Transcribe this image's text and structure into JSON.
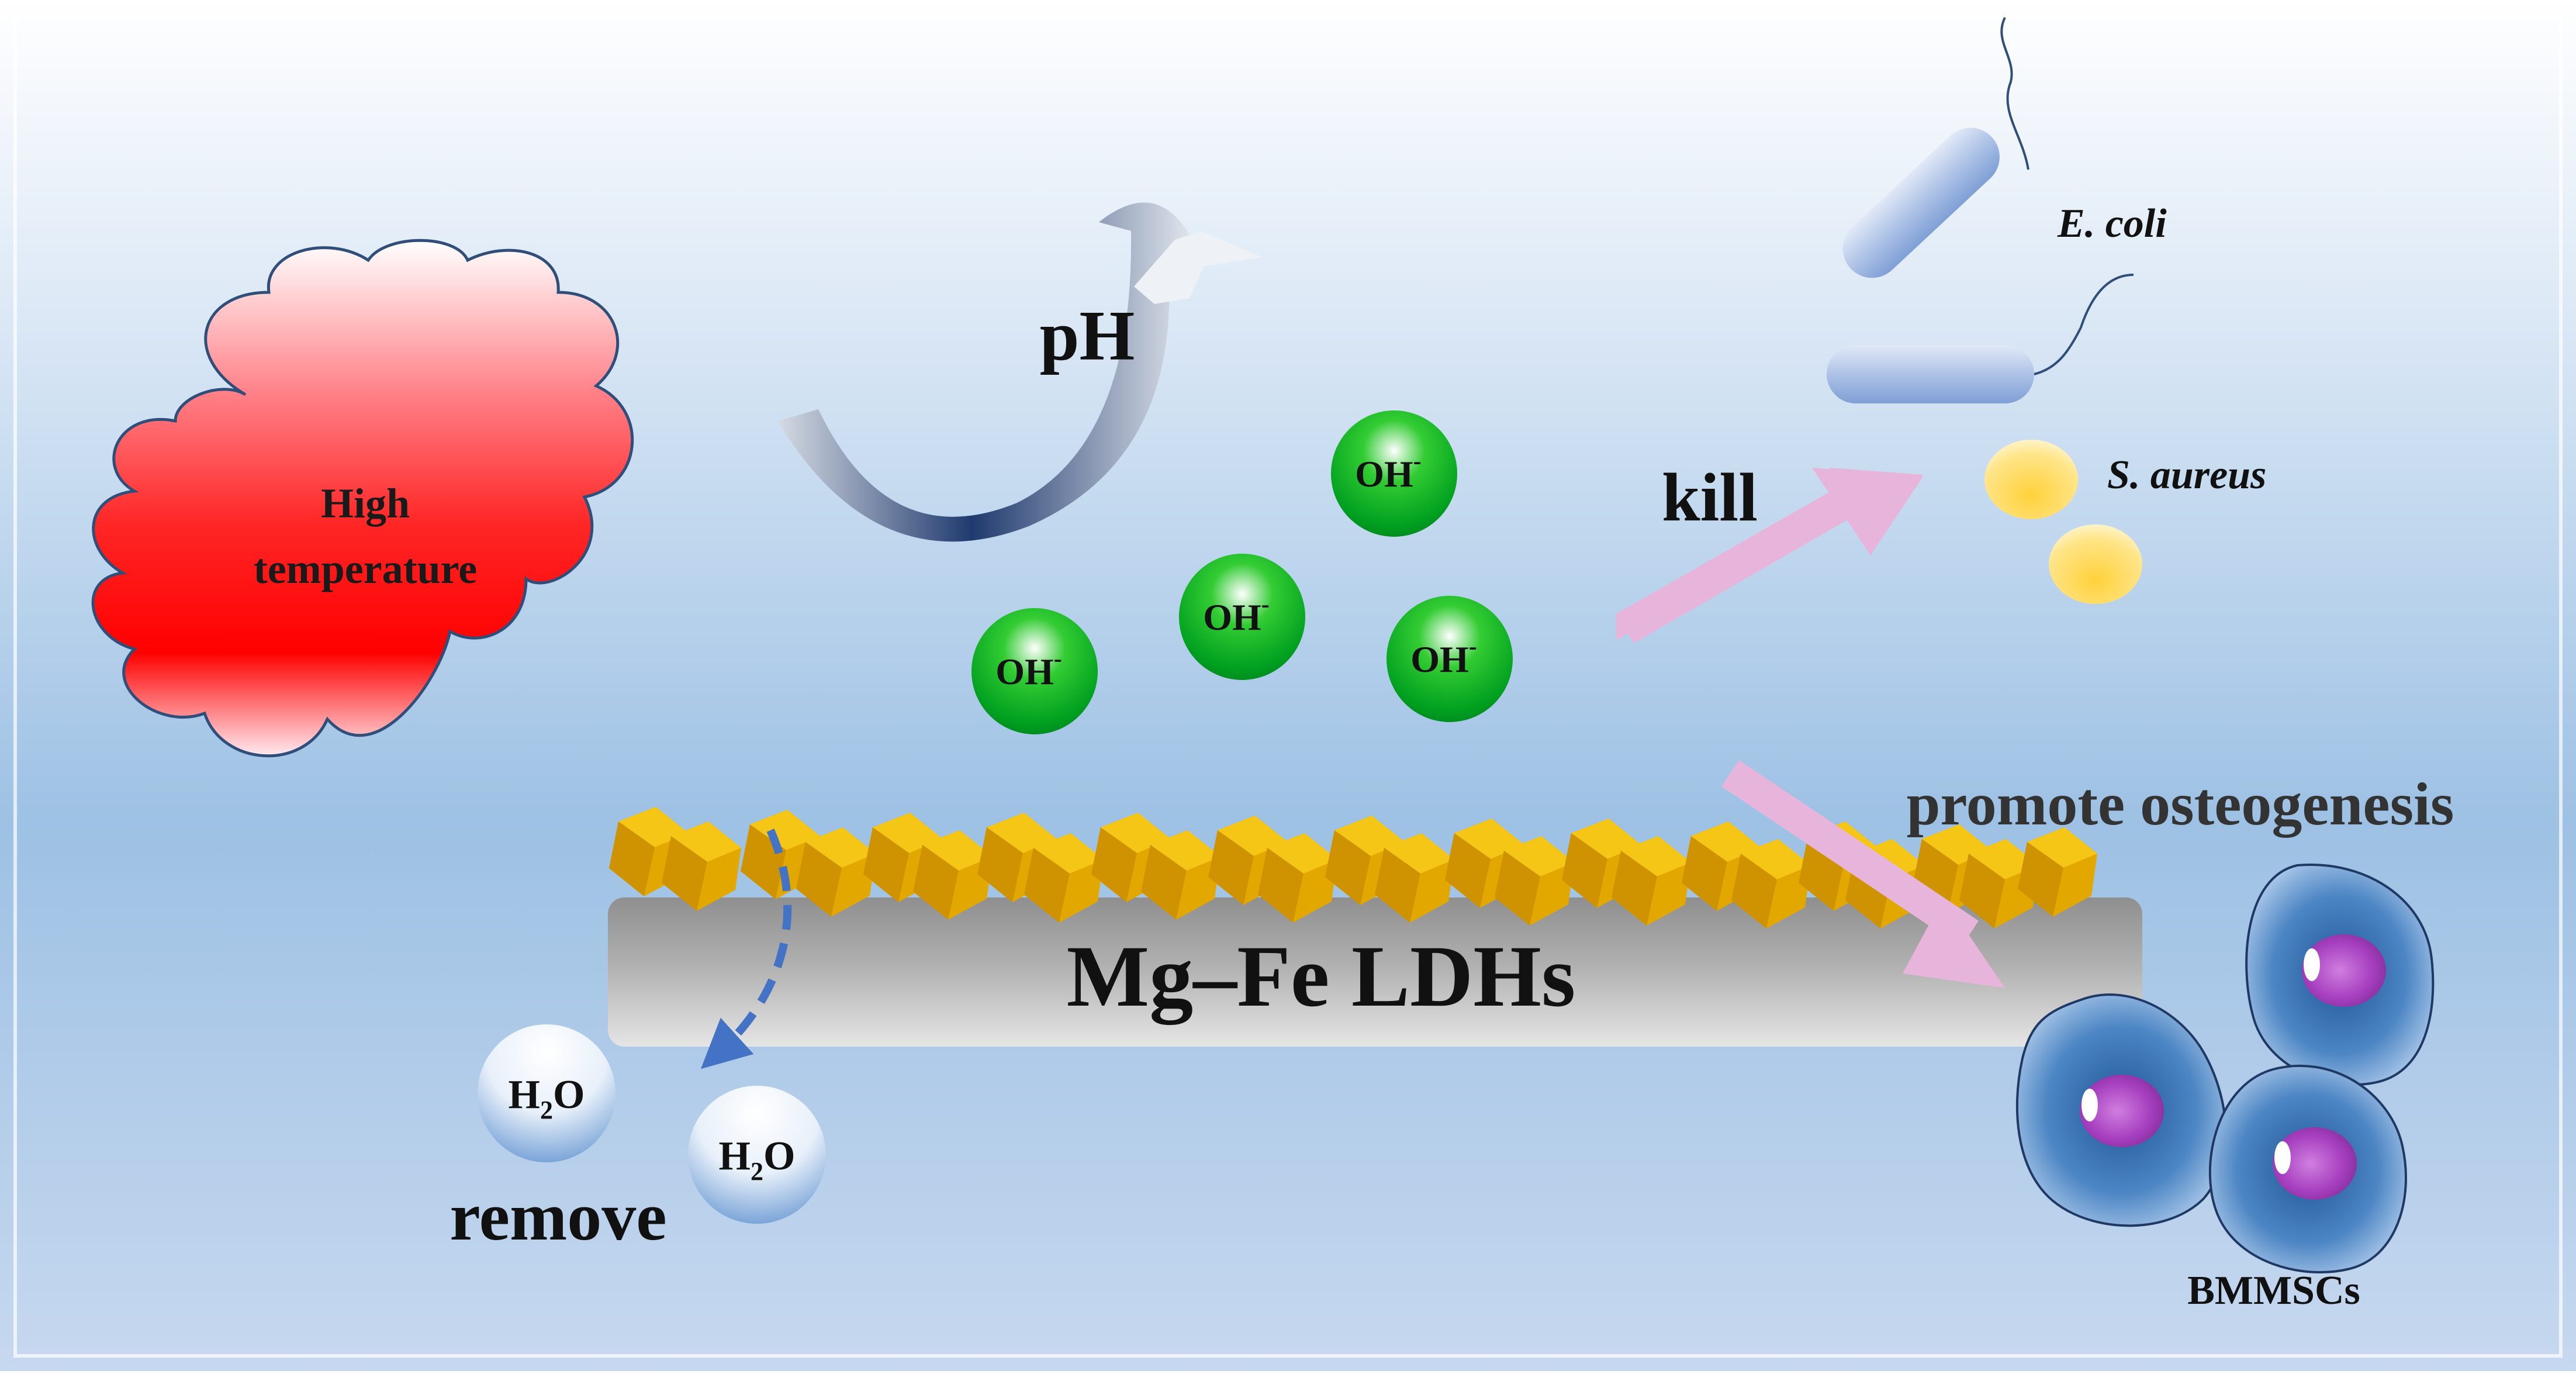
{
  "labels": {
    "high_temp_line1": "High",
    "high_temp_line2": "temperature",
    "ph": "pH",
    "oh_ion": "OH",
    "oh_charge": "-",
    "kill": "kill",
    "e_coli": "E. coli",
    "s_aureus": "S. aureus",
    "promote": "promote osteogenesis",
    "ldh": "Mg–Fe LDHs",
    "h2o_h": "H",
    "h2o_sub": "2",
    "h2o_o": "O",
    "remove": "remove",
    "bmmscs": "BMMSCs"
  },
  "colors": {
    "background_top": "#ffffff",
    "background_mid": "#9dc0e3",
    "cloud": "#ff0000",
    "oh_sphere": "#1db32a",
    "crystal": "#e7b000",
    "substrate": "#a6a6a6",
    "arrow_pink": "#e6b0d9",
    "dashed_arrow": "#4472c4",
    "cell_nucleus": "#a63fbf",
    "bacteria_rod": "#8eaadb",
    "bacteria_coccus": "#ffd34d"
  }
}
